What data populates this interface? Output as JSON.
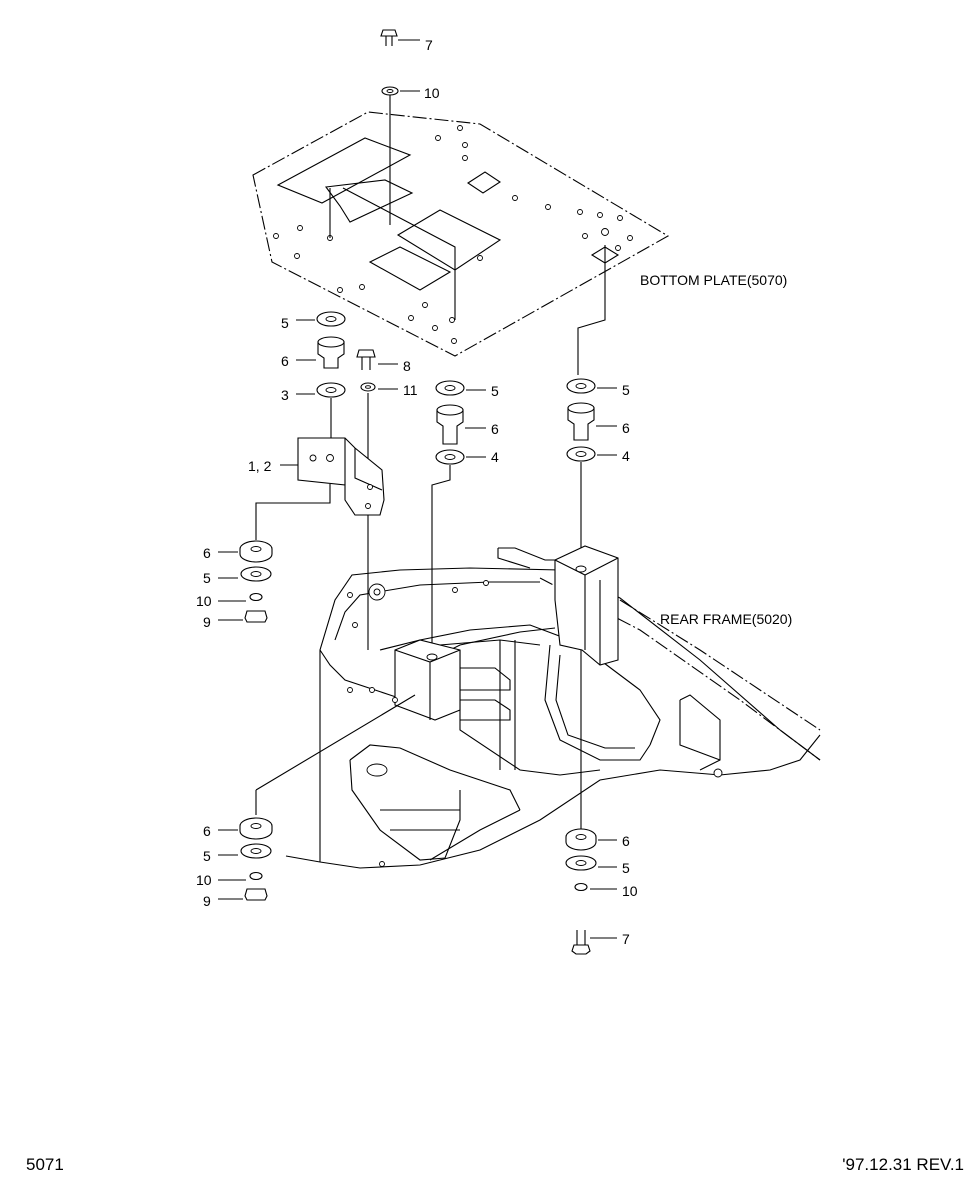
{
  "footer": {
    "page_number": "5071",
    "revision": "'97.12.31 REV.1"
  },
  "assemblies": {
    "bottom_plate": "BOTTOM PLATE(5070)",
    "rear_frame": "REAR FRAME(5020)"
  },
  "callouts": {
    "top_bolt": "7",
    "top_washer": "10",
    "left_upper_5": "5",
    "left_upper_6": "6",
    "left_upper_3": "3",
    "bolt_8": "8",
    "washer_11": "11",
    "bracket": "1, 2",
    "mid_5": "5",
    "mid_6": "6",
    "mid_4": "4",
    "right_5": "5",
    "right_6": "6",
    "right_4": "4",
    "left_mid_6": "6",
    "left_mid_5": "5",
    "left_mid_10": "10",
    "left_mid_9": "9",
    "left_low_6": "6",
    "left_low_5": "5",
    "left_low_10": "10",
    "left_low_9": "9",
    "right_low_6": "6",
    "right_low_5": "5",
    "right_low_10": "10",
    "right_low_7": "7"
  }
}
